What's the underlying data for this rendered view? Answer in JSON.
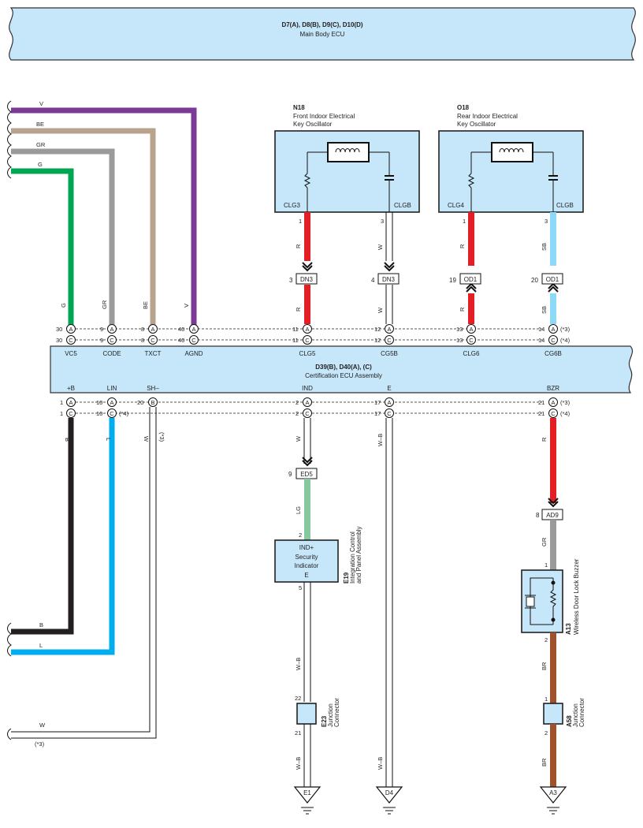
{
  "main_ecu": {
    "code": "D7(A), D8(B), D9(C), D10(D)",
    "name": "Main Body ECU"
  },
  "cert_ecu": {
    "code": "D39(B), D40(A), (C)",
    "name": "Certification ECU Assembly"
  },
  "n18": {
    "code": "N18",
    "name1": "Front Indoor Electrical",
    "name2": "Key Oscillator",
    "pin_left": "CLG3",
    "pin_right": "CLGB",
    "pin_left_no": "1",
    "pin_right_no": "3"
  },
  "o18": {
    "code": "O18",
    "name1": "Rear Indoor Electrical",
    "name2": "Key Oscillator",
    "pin_left": "CLG4",
    "pin_right": "CLGB",
    "pin_left_no": "1",
    "pin_right_no": "3"
  },
  "left_wires": [
    {
      "color_code": "V",
      "color": "#7b3a96"
    },
    {
      "color_code": "BE",
      "color": "#b8a48e"
    },
    {
      "color_code": "GR",
      "color": "#9a9a9a"
    },
    {
      "color_code": "G",
      "color": "#00a651"
    }
  ],
  "top_pins": [
    {
      "label": "VC5",
      "color_code": "G",
      "row_a": "30",
      "row_c": "30"
    },
    {
      "label": "CODE",
      "color_code": "GR",
      "row_a": "9",
      "row_c": "9"
    },
    {
      "label": "TXCT",
      "color_code": "BE",
      "row_a": "8",
      "row_c": "8"
    },
    {
      "label": "AGND",
      "color_code": "V",
      "row_a": "40",
      "row_c": "40"
    },
    {
      "label": "CLG5",
      "row_a": "11",
      "row_c": "11"
    },
    {
      "label": "CG5B",
      "row_a": "12",
      "row_c": "12"
    },
    {
      "label": "CLG6",
      "row_a": "13",
      "row_c": "13"
    },
    {
      "label": "CG6B",
      "row_a": "14",
      "row_c": "14",
      "note_a": "(*3)",
      "note_c": "(*4)"
    }
  ],
  "bottom_pins": [
    {
      "label": "+B",
      "row_a": "1",
      "row_c": "1"
    },
    {
      "label": "LIN",
      "row_a": "10",
      "row_c": "10",
      "note_c": "(*4)"
    },
    {
      "label": "SH–",
      "row_b": "20"
    },
    {
      "label": "IND",
      "row_a": "2",
      "row_c": "2"
    },
    {
      "label": "E",
      "row_a": "17",
      "row_c": "17"
    },
    {
      "label": "BZR",
      "row_a": "21",
      "row_c": "21",
      "note_a": "(*3)",
      "note_c": "(*4)"
    }
  ],
  "pin_letters": {
    "a": "A",
    "b": "B",
    "c": "C"
  },
  "inline_connectors": [
    {
      "pin": "3",
      "code": "DN3"
    },
    {
      "pin": "4",
      "code": "DN3"
    },
    {
      "pin": "19",
      "code": "OD1"
    },
    {
      "pin": "20",
      "code": "OD1"
    },
    {
      "pin": "9",
      "code": "ED5"
    },
    {
      "pin": "8",
      "code": "AD9"
    }
  ],
  "osc_wire_codes": {
    "n18_left": "R",
    "n18_right": "W",
    "o18_left": "R",
    "o18_right": "SB"
  },
  "osc_wire_colors": {
    "red": "#e31e24",
    "white": "#ffffff",
    "sky": "#8ed8f8"
  },
  "bottom_wire_codes": {
    "b": "B",
    "l": "L",
    "w": "W",
    "w_note": "(*3)",
    "ind": "W",
    "e": "W–B",
    "bzr": "R",
    "lg": "LG",
    "gr": "GR",
    "br1": "BR",
    "br2": "BR",
    "wb1": "W–B",
    "wb2": "W–B"
  },
  "bottom_wire_colors": {
    "black": "#231f20",
    "blue": "#00aeef",
    "lg": "#86c9a0",
    "gray": "#9a9a9a",
    "brown": "#a0522d",
    "red": "#e31e24"
  },
  "left_bottom_labels": {
    "b": "B",
    "l": "L",
    "w": "W",
    "w_note": "(*3)"
  },
  "e19": {
    "code": "E19",
    "name1": "Integration Control",
    "name2": "and Panel Assembly",
    "line1": "IND+",
    "line2": "Security",
    "line3": "Indicator",
    "line4": "E",
    "pin_top": "2",
    "pin_bottom": "5"
  },
  "e23": {
    "code": "E23",
    "name1": "Junction",
    "name2": "Connector",
    "pin_top": "22",
    "pin_bottom": "21"
  },
  "a13": {
    "code": "A13",
    "name1": "Wireless Door Lock Buzzer",
    "pin_top": "1",
    "pin_bottom": "2"
  },
  "a58": {
    "code": "A58",
    "name1": "Junction",
    "name2": "Connector",
    "pin_top": "1",
    "pin_bottom": "2"
  },
  "grounds": [
    "E1",
    "D4",
    "A3"
  ]
}
